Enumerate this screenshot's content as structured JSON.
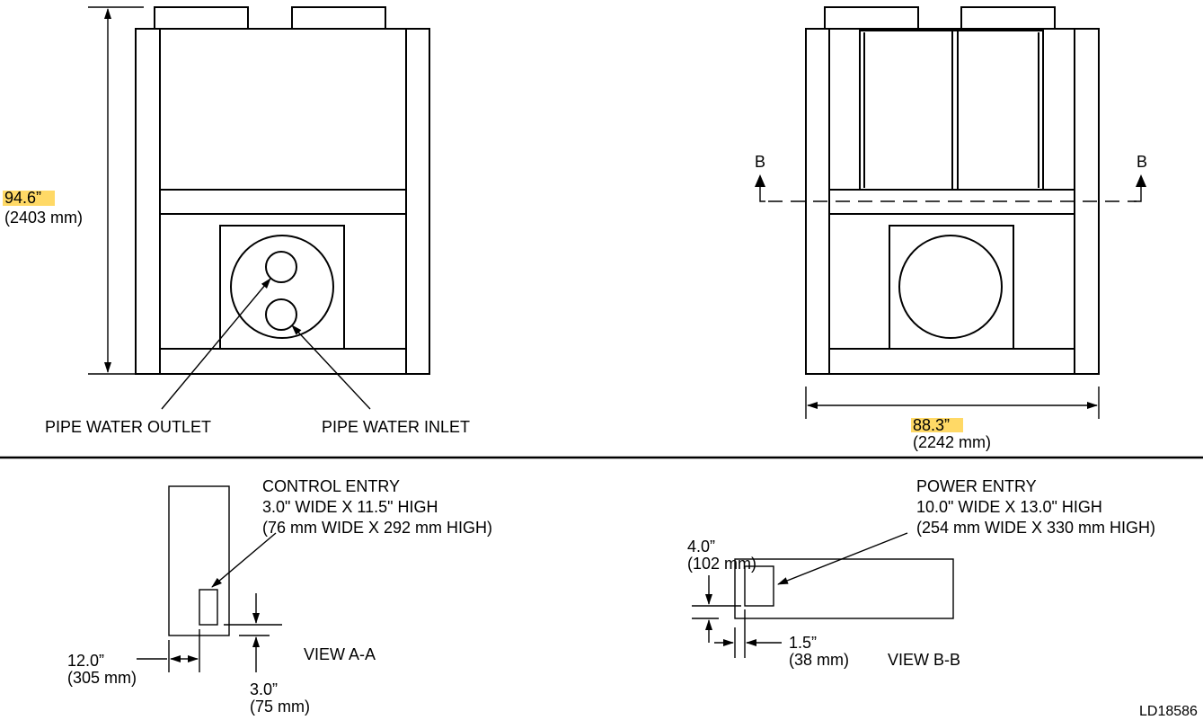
{
  "left_view": {
    "height_in": "94.6”",
    "height_mm": "(2403 mm)",
    "outlet_label": "PIPE WATER OUTLET",
    "inlet_label": "PIPE WATER INLET"
  },
  "right_view": {
    "section_marker": "B",
    "width_in": "88.3”",
    "width_mm": "(2242 mm)"
  },
  "view_a": {
    "title_line1": "CONTROL ENTRY",
    "title_line2": "3.0\" WIDE X 11.5\" HIGH",
    "title_line3": "(76 mm WIDE X 292 mm HIGH)",
    "offset_in": "12.0”",
    "offset_mm": "(305 mm)",
    "gap_in": "3.0”",
    "gap_mm": "(75 mm)",
    "view_label": "VIEW A-A"
  },
  "view_b": {
    "title_line1": "POWER ENTRY",
    "title_line2": "10.0\" WIDE X 13.0\" HIGH",
    "title_line3": "(254 mm WIDE X 330 mm HIGH)",
    "height_in": "4.0”",
    "height_mm": "(102 mm)",
    "offset_in": "1.5”",
    "offset_mm": "(38 mm)",
    "view_label": "VIEW B-B"
  },
  "drawing_id": "LD18586"
}
